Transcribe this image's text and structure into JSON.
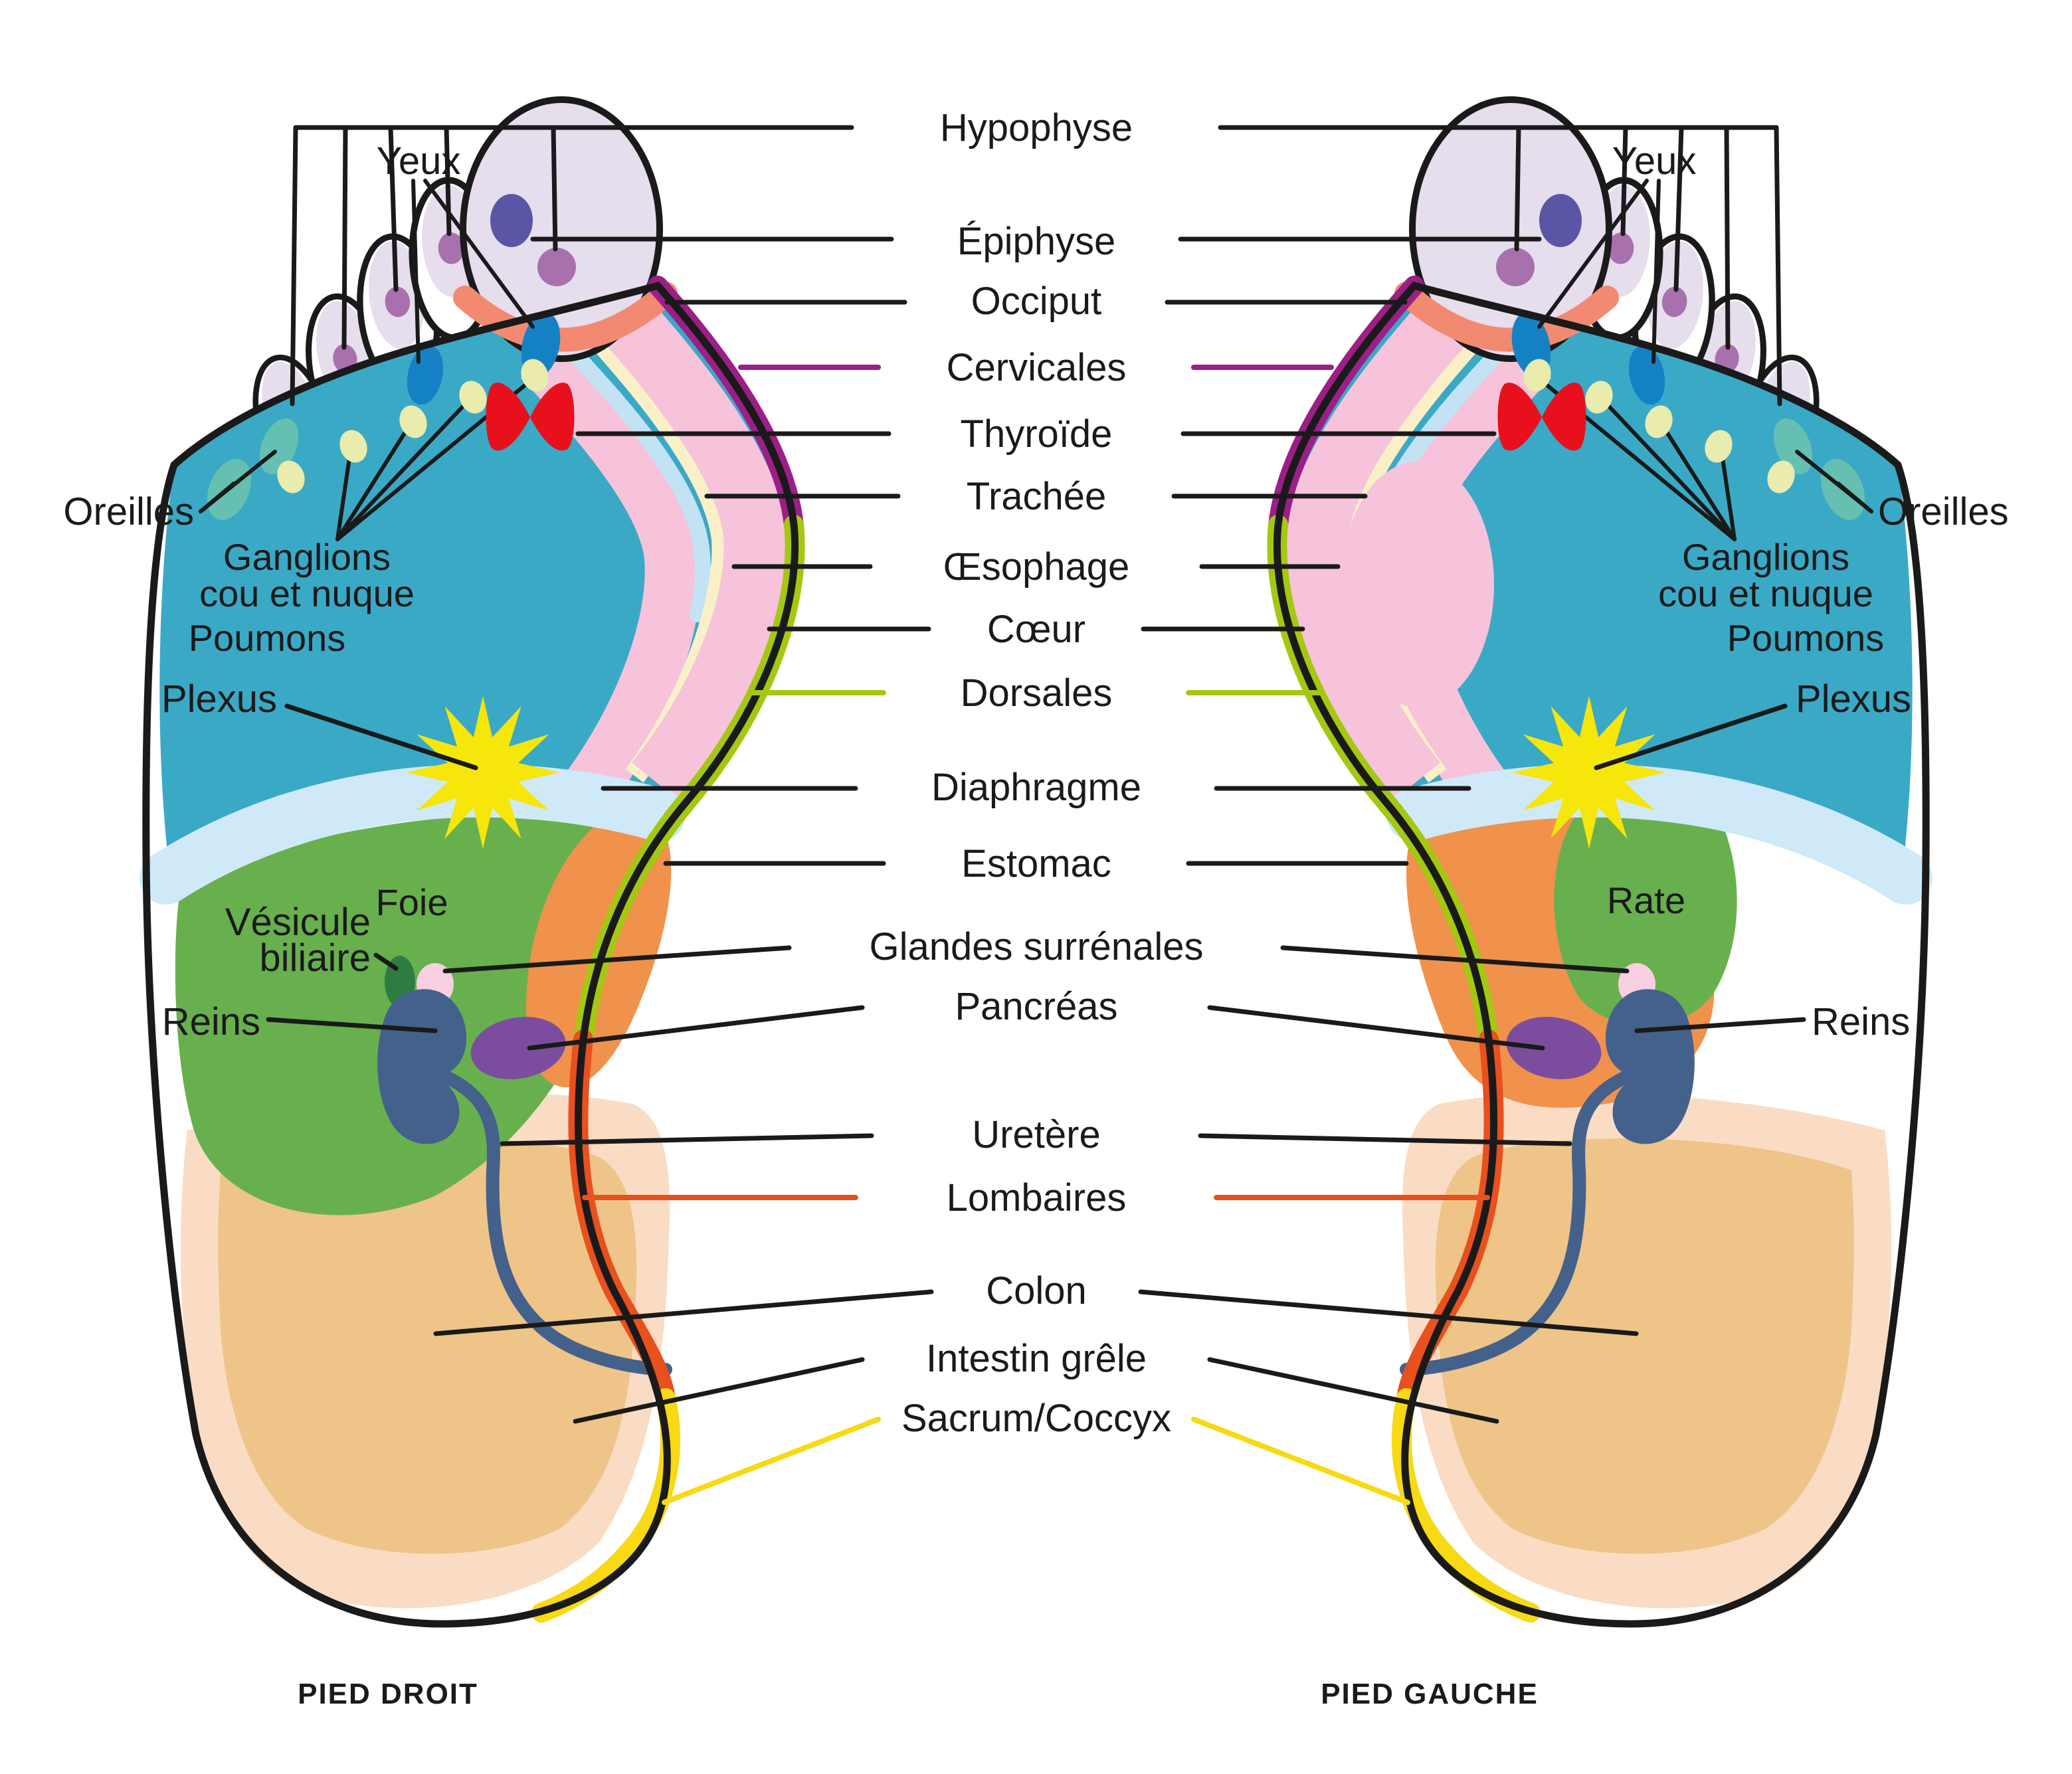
{
  "center": {
    "hypophyse": "Hypophyse",
    "epiphyse": "Épiphyse",
    "occiput": "Occiput",
    "cervicales": "Cervicales",
    "thyroide": "Thyroïde",
    "trachee": "Trachée",
    "oesophage": "Œsophage",
    "coeur": "Cœur",
    "dorsales": "Dorsales",
    "diaphragme": "Diaphragme",
    "estomac": "Estomac",
    "glandes_surrenales": "Glandes surrénales",
    "pancreas": "Pancréas",
    "uretere": "Uretère",
    "lombaires": "Lombaires",
    "colon": "Colon",
    "intestin_grele": "Intestin grêle",
    "sacrum_coccyx": "Sacrum/Coccyx"
  },
  "sides": {
    "yeux": "Yeux",
    "oreilles": "Oreilles",
    "plexus": "Plexus",
    "vesicule_line1": "Vésicule",
    "vesicule_line2": "biliaire",
    "reins": "Reins"
  },
  "zones": {
    "ganglions_line1": "Ganglions",
    "ganglions_line2": "cou et nuque",
    "poumons": "Poumons",
    "foie": "Foie",
    "rate": "Rate"
  },
  "footer": {
    "left": "PIED DROIT",
    "right": "PIED GAUCHE"
  },
  "colors": {
    "outline": "#1a1a1a",
    "cervicales": "#9b1f87",
    "dorsales": "#a4c811",
    "lombaires": "#e8501e",
    "sacrum": "#f7d914",
    "poumons": "#3aa9c6",
    "chest_pink": "#f6c3da",
    "trachee_strip": "#c3e3f5",
    "oesophage_strip": "#faf0c8",
    "diaphragme": "#cfe9f8",
    "foie": "#68b04e",
    "rate": "#68b04e",
    "estomac": "#f0924c",
    "colon": "#fadcc4",
    "intestin": "#eec488",
    "reins": "#44618c",
    "uretere": "#44618c",
    "pancreas": "#7c4d9e",
    "surrenales": "#f8cfe0",
    "vesicule": "#2f7c43",
    "plexus": "#f6e60a",
    "thyroide": "#e8101d",
    "occiput_arc": "#f28a72",
    "toe_pad": "#e6dded",
    "toe_dot": "#a871ad",
    "epiphyse_dot": "#5b55a5",
    "yeux": "#1581c5",
    "oreilles": "#66c0b1",
    "ganglions_dot": "#e9ecad"
  }
}
